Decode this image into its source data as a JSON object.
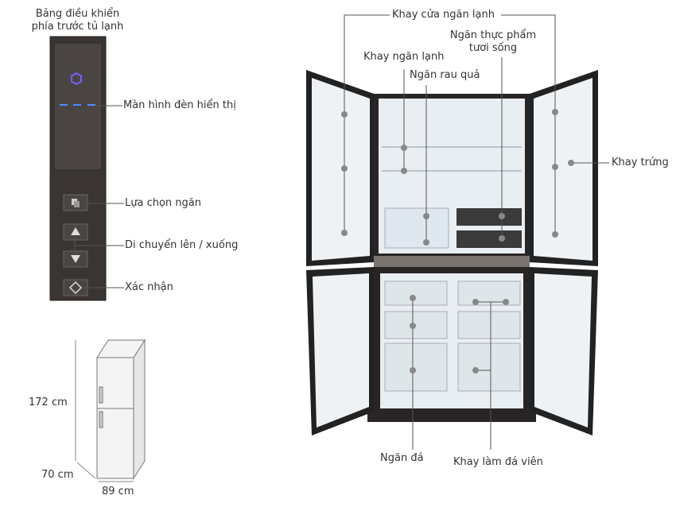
{
  "control_panel": {
    "title_line1": "Bảng điều khiển",
    "title_line2": "phía trước tủ lạnh",
    "display_label": "Màn hình đèn hiển thị",
    "select_label": "Lựa chọn ngăn",
    "move_label": "Di chuyển lên / xuống",
    "confirm_label": "Xác nhận"
  },
  "dimensions": {
    "height": "172 cm",
    "depth": "70 cm",
    "width": "89 cm"
  },
  "fridge_labels": {
    "door_tray": "Khay cửa ngăn lạnh",
    "fresh_line1": "Ngăn thực phẩm",
    "fresh_line2": "tươi sống",
    "shelf": "Khay ngăn lạnh",
    "vegetable": "Ngăn rau quả",
    "egg_tray": "Khay trứng",
    "freezer": "Ngăn đá",
    "ice_tray": "Khay làm đá viên"
  },
  "colors": {
    "panel": "#3a3532",
    "display_blue": "#4a8cff",
    "logo_purple": "#7a5cff",
    "fridge_body": "#2a2525",
    "interior": "#e8eef2"
  }
}
